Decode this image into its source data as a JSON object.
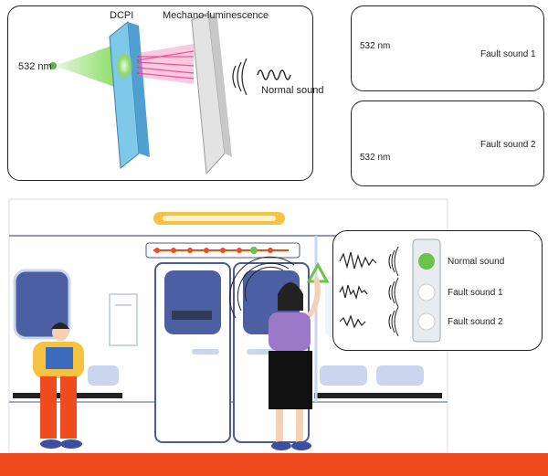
{
  "panel_main": {
    "wavelength": "532 nm",
    "dcpi_label": "DCPI",
    "mechano_label": "Mechano-luminescence",
    "sound_label": "Normal sound"
  },
  "panel_fault1": {
    "wavelength": "532 nm",
    "sound_label": "Fault sound 1"
  },
  "panel_fault2": {
    "wavelength": "532 nm",
    "sound_label": "Fault sound 2"
  },
  "indicator": {
    "items": [
      {
        "label": "Normal sound",
        "lamp_color": "#6cc24a",
        "active": true
      },
      {
        "label": "Fault sound 1",
        "lamp_color": "#ffffff",
        "active": false
      },
      {
        "label": "Fault sound 2",
        "lamp_color": "#ffffff",
        "active": false
      }
    ]
  },
  "colors": {
    "laser_green": "#7ed957",
    "pink_beam": "#e5287b",
    "dcpi_blue": "#7ec8ea",
    "ml_gray": "#d6d6d6",
    "train_floor": "#ef4b1f",
    "train_outline": "#4a5a9a",
    "seat_blue": "#c9d6ee",
    "indicator_green": "#6cc24a",
    "top_bar_yellow": "#f5c242"
  }
}
